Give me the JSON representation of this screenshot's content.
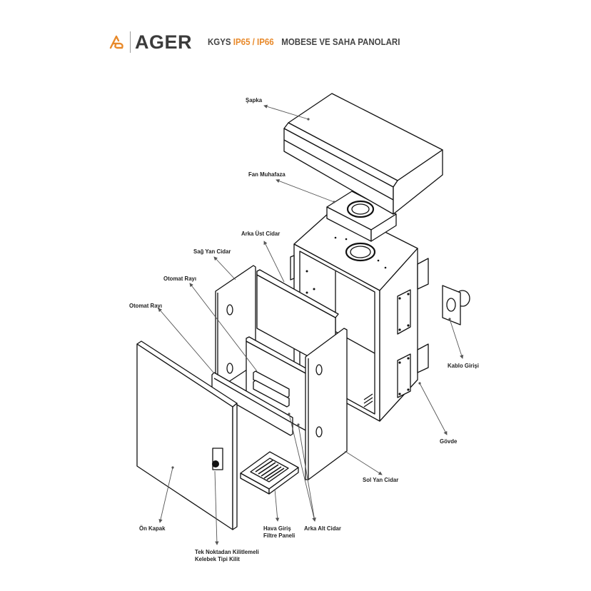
{
  "header": {
    "brand": "AGER",
    "brand_color": "#3b3b3b",
    "accent_color": "#e8892a",
    "title_prefix": "KGYS",
    "title_accent": "IP65 / IP66",
    "title_suffix": "MOBESE VE SAHA PANOLARI"
  },
  "labels": {
    "sapka": "Şapka",
    "fan_muhafaza": "Fan Muhafaza",
    "arka_ust_cidar": "Arka Üst Cidar",
    "sag_yan_cidar": "Sağ Yan Cidar",
    "otomat_rayi_1": "Otomat Rayı",
    "otomat_rayi_2": "Otomat Rayı",
    "kablo_girisi": "Kablo Girişi",
    "govde": "Gövde",
    "sol_yan_cidar": "Sol Yan Cidar",
    "on_kapak": "Ön Kapak",
    "hava_giris_1": "Hava Giriş",
    "hava_giris_2": "Filtre Paneli",
    "arka_alt_cidar": "Arka Alt Cidar",
    "kilit_1": "Tek Noktadan Kilitlemeli",
    "kilit_2": "Kelebek Tipi Kilit"
  }
}
